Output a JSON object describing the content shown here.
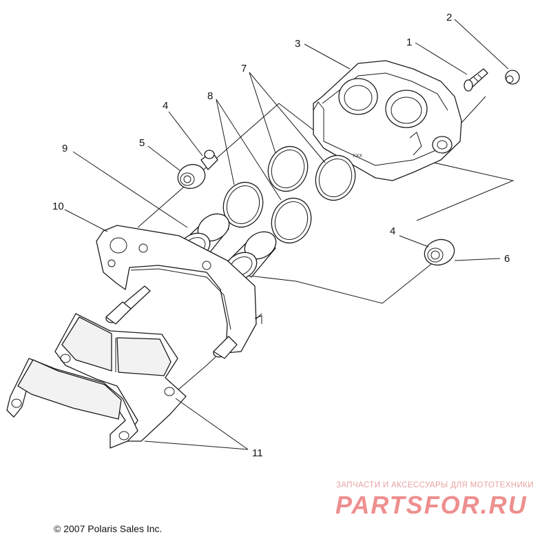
{
  "diagram": {
    "callouts": {
      "c1": "1",
      "c2": "2",
      "c3": "3",
      "c4a": "4",
      "c4b": "4",
      "c5": "5",
      "c6": "6",
      "c7": "7",
      "c8": "8",
      "c9": "9",
      "c10": "10",
      "c11": "11"
    },
    "stamp": "XXX"
  },
  "footer": {
    "copyright": "© 2007 Polaris Sales Inc."
  },
  "watermark": {
    "tagline": "ЗАПЧАСТИ И АКСЕССУАРЫ ДЛЯ МОТОТЕХНИКИ",
    "logo": "PARTSFOR.RU"
  }
}
